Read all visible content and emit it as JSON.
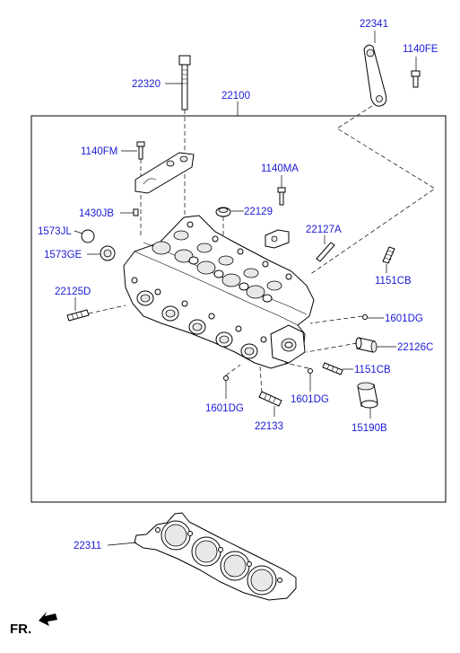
{
  "labels": {
    "p22341": "22341",
    "p1140FE": "1140FE",
    "p22320": "22320",
    "p22100": "22100",
    "p1140FM": "1140FM",
    "p1140MA": "1140MA",
    "p1430JB": "1430JB",
    "p22129": "22129",
    "p1573JL": "1573JL",
    "p22127A": "22127A",
    "p1573GE": "1573GE",
    "p1151CB_top": "1151CB",
    "p22125D": "22125D",
    "p1601DG_right": "1601DG",
    "p22126C": "22126C",
    "p1151CB_bottom": "1151CB",
    "p1601DG_left": "1601DG",
    "p1601DG_mid": "1601DG",
    "p22133": "22133",
    "p15190B": "15190B",
    "p22311": "22311",
    "front": "FR."
  }
}
